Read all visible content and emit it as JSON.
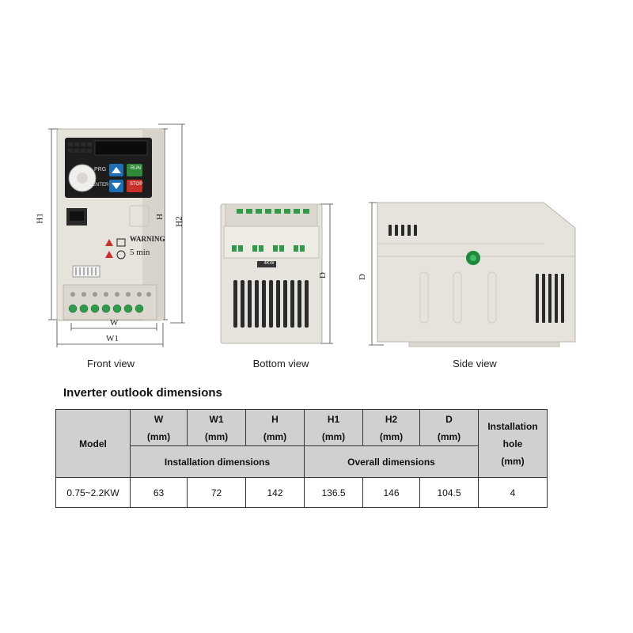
{
  "captions": {
    "front": "Front view",
    "bottom": "Bottom view",
    "side": "Side view"
  },
  "dimension_labels": {
    "h1": "H1",
    "h": "H",
    "h2": "H2",
    "w": "W",
    "w1": "W1",
    "d_bottom": "D",
    "d_side": "D"
  },
  "device": {
    "prg_key": "PRG",
    "enter_key": "ENTER",
    "run_key": "RUN",
    "stop_key": "STOP",
    "warning_text": "WARNING",
    "wait_text": "5 min",
    "rating_label": "4KW"
  },
  "section_title": "Inverter outlook dimensions",
  "table": {
    "model_header": "Model",
    "w_header": "W",
    "w1_header": "W1",
    "h_header": "H",
    "h1_header": "H1",
    "h2_header": "H2",
    "d_header": "D",
    "unit": "(mm)",
    "installation_hole_line1": "Installation",
    "installation_hole_line2": "hole",
    "installation_dims": "Installation dimensions",
    "overall_dims": "Overall dimensions",
    "row": {
      "model": "0.75~2.2KW",
      "w": "63",
      "w1": "72",
      "h": "142",
      "h1": "136.5",
      "h2": "146",
      "d": "104.5",
      "hole": "4"
    }
  },
  "colors": {
    "housing": "#e6e3dc",
    "housing_shade": "#d6d2c9",
    "keypad_dark": "#1d1d1d",
    "key_blue": "#1f6fb5",
    "key_red": "#c8302a",
    "key_green": "#2f8a3a",
    "terminal_green": "#2e9a4a",
    "led_green": "#1d8a3a"
  }
}
